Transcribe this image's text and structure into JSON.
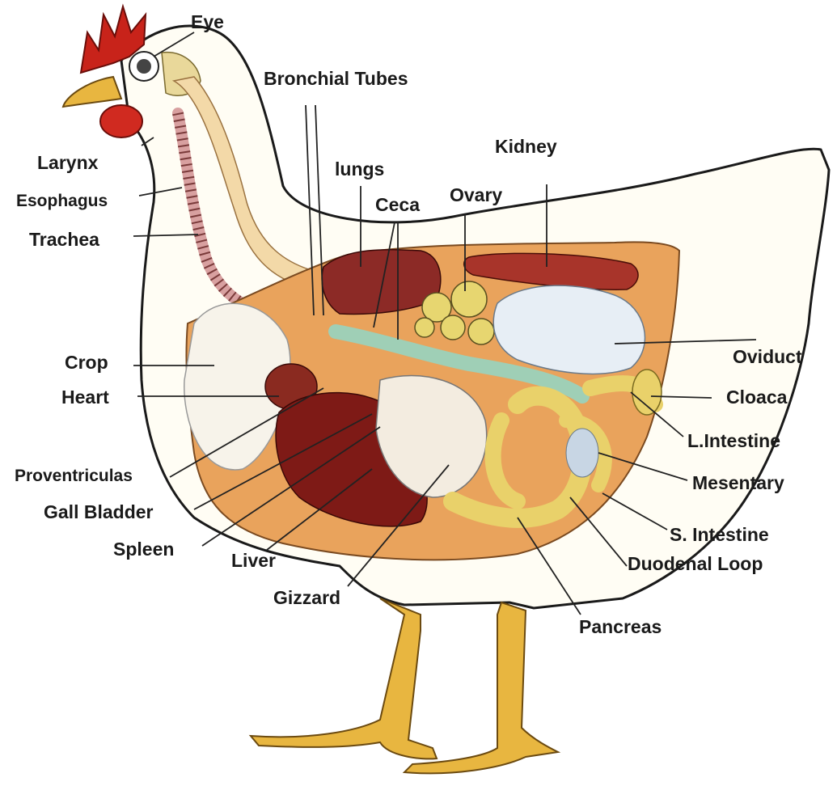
{
  "labels": {
    "eye": "Eye",
    "bronchial_tubes": "Bronchial Tubes",
    "kidney": "Kidney",
    "larynx": "Larynx",
    "lungs": "lungs",
    "esophagus": "Esophagus",
    "ceca": "Ceca",
    "ovary": "Ovary",
    "trachea": "Trachea",
    "crop": "Crop",
    "oviduct": "Oviduct",
    "heart": "Heart",
    "cloaca": "Cloaca",
    "l_intestine": "L.Intestine",
    "proventriculas": "Proventriculas",
    "mesentary": "Mesentary",
    "gall_bladder": "Gall Bladder",
    "s_intestine": "S. Intestine",
    "spleen": "Spleen",
    "liver": "Liver",
    "duodenal_loop": "Duodenal Loop",
    "gizzard": "Gizzard",
    "pancreas": "Pancreas"
  },
  "colors": {
    "body_fill": "#fffdf4",
    "cavity": "#e9a35c",
    "comb": "#c8231a",
    "beak_legs": "#e8b640",
    "liver": "#7e1a16",
    "lung": "#8c2a26",
    "kidney": "#a8342a",
    "intestine": "#e9d16a",
    "esophagus": "#9fcfb6",
    "gizzard": "#f3ece0",
    "oviduct": "#e7eef5"
  }
}
